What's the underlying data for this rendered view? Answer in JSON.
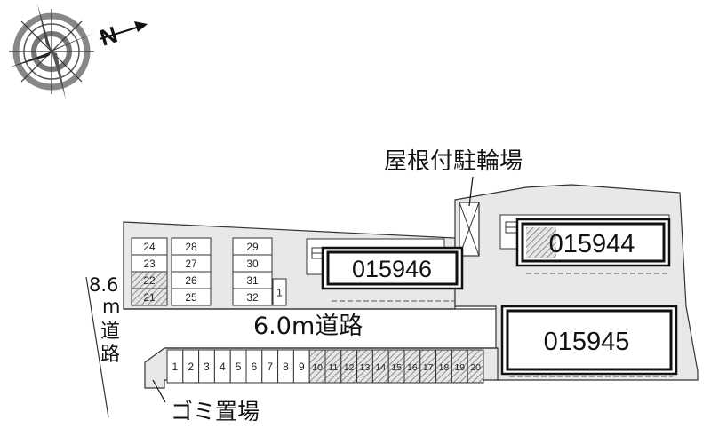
{
  "compass": {
    "north_label": "N",
    "icon": "compass-rose-icon"
  },
  "labels": {
    "covered_bike_parking": "屋根付駐輪場",
    "road_main": "6.0m道路",
    "road_side_width": "8.6",
    "road_side_unit": "m",
    "road_side_word": "道路",
    "garbage_area": "ゴミ置場"
  },
  "buildings": {
    "b1": {
      "code": "015946",
      "marked": false
    },
    "b2": {
      "code": "015944",
      "marked": true
    },
    "b3": {
      "code": "015945",
      "marked": false
    }
  },
  "parking": {
    "upper_left": [
      {
        "label": "24",
        "hatched": false
      },
      {
        "label": "23",
        "hatched": false
      },
      {
        "label": "22",
        "hatched": true
      },
      {
        "label": "21",
        "hatched": true
      }
    ],
    "upper_col2": [
      {
        "label": "28",
        "hatched": false
      },
      {
        "label": "27",
        "hatched": false
      },
      {
        "label": "26",
        "hatched": false
      },
      {
        "label": "25",
        "hatched": false
      }
    ],
    "upper_col3": [
      {
        "label": "29",
        "hatched": false
      },
      {
        "label": "30",
        "hatched": false
      },
      {
        "label": "31",
        "hatched": false
      },
      {
        "label": "32",
        "hatched": false
      }
    ],
    "single": {
      "label": "1",
      "hatched": false
    },
    "bottom_row": [
      {
        "label": "1",
        "hatched": false
      },
      {
        "label": "2",
        "hatched": false
      },
      {
        "label": "3",
        "hatched": false
      },
      {
        "label": "4",
        "hatched": false
      },
      {
        "label": "5",
        "hatched": false
      },
      {
        "label": "6",
        "hatched": false
      },
      {
        "label": "7",
        "hatched": false
      },
      {
        "label": "8",
        "hatched": false
      },
      {
        "label": "9",
        "hatched": false
      },
      {
        "label": "10",
        "hatched": true
      },
      {
        "label": "11",
        "hatched": true
      },
      {
        "label": "12",
        "hatched": true
      },
      {
        "label": "13",
        "hatched": true
      },
      {
        "label": "14",
        "hatched": true
      },
      {
        "label": "15",
        "hatched": true
      },
      {
        "label": "16",
        "hatched": true
      },
      {
        "label": "17",
        "hatched": true
      },
      {
        "label": "18",
        "hatched": true
      },
      {
        "label": "19",
        "hatched": true
      },
      {
        "label": "20",
        "hatched": true
      }
    ]
  },
  "colors": {
    "lot_fill": "#e8e8e8",
    "outline": "#333333",
    "building_border": "#111111",
    "hatch": "#777777"
  }
}
